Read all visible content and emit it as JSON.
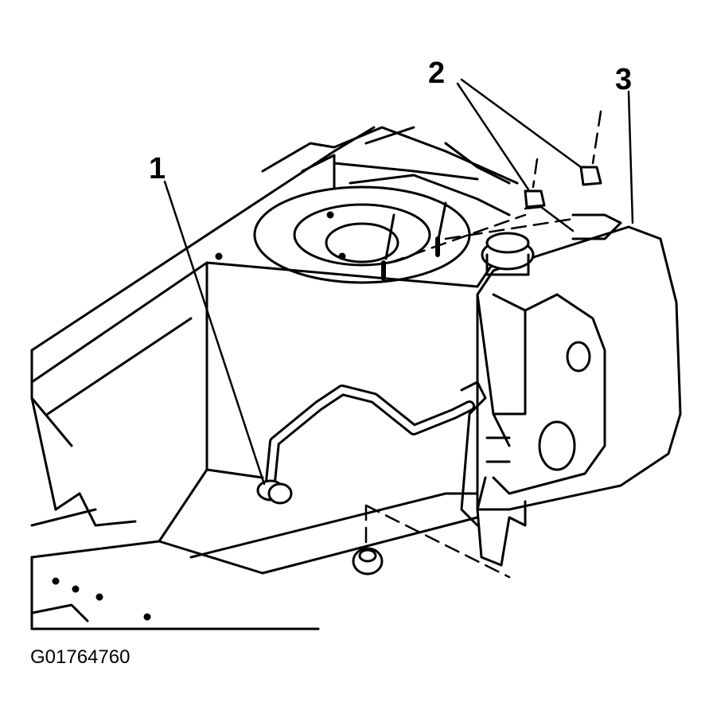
{
  "callouts": {
    "one": "1",
    "two": "2",
    "three": "3"
  },
  "figure_id": "G01764760",
  "colors": {
    "ink": "#000000",
    "paper": "#ffffff"
  }
}
